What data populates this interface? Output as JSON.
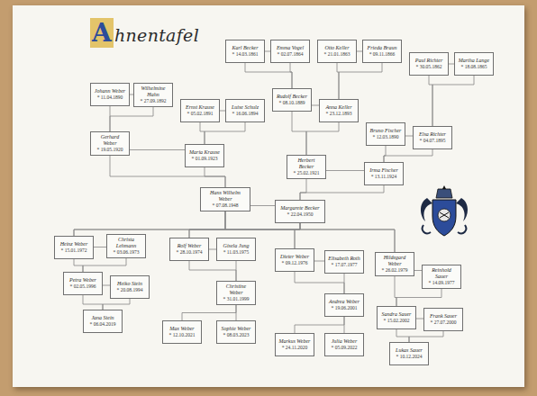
{
  "diagram": {
    "title": "Ahnentafel",
    "nodes": [
      {
        "text": [
          "Karl Becker",
          "* 14.03.1861"
        ]
      },
      {
        "text": [
          "Emma Vogel",
          "* 02.07.1864"
        ]
      },
      {
        "text": [
          "Otto Keller",
          "* 21.01.1863"
        ]
      },
      {
        "text": [
          "Frieda Braun",
          "* 09.11.1866"
        ]
      },
      {
        "text": [
          "Paul Richter",
          "* 30.05.1862"
        ]
      },
      {
        "text": [
          "Martha Lange",
          "* 18.08.1865"
        ]
      },
      {
        "text": [
          "Johann Weber",
          "* 11.04.1890"
        ]
      },
      {
        "text": [
          "Wilhelmine Hahn",
          "* 27.09.1892"
        ]
      },
      {
        "text": [
          "Ernst Krause",
          "* 05.02.1891"
        ]
      },
      {
        "text": [
          "Luise Schulz",
          "* 16.06.1894"
        ]
      },
      {
        "text": [
          "Rudolf Becker",
          "* 08.10.1889"
        ]
      },
      {
        "text": [
          "Anna Keller",
          "* 23.12.1893"
        ]
      },
      {
        "text": [
          "Bruno Fischer",
          "* 12.03.1890"
        ]
      },
      {
        "text": [
          "Elsa Richter",
          "* 04.07.1895"
        ]
      },
      {
        "text": [
          "Gerhard Weber",
          "* 19.05.1920"
        ]
      },
      {
        "text": [
          "Maria Krause",
          "* 01.09.1923"
        ]
      },
      {
        "text": [
          "Herbert Becker",
          "* 25.02.1921"
        ]
      },
      {
        "text": [
          "Irma Fischer",
          "* 13.11.1924"
        ]
      },
      {
        "text": [
          "Hans Wilhelm Weber",
          "* 07.08.1948"
        ]
      },
      {
        "text": [
          "Margarete Becker",
          "* 22.04.1950"
        ]
      },
      {
        "text": [
          "Heinz Weber",
          "* 15.01.1972"
        ]
      },
      {
        "text": [
          "Christa Lehmann",
          "* 03.06.1973"
        ]
      },
      {
        "text": [
          "Rolf Weber",
          "* 28.10.1974"
        ]
      },
      {
        "text": [
          "Gisela Jung",
          "* 11.03.1975"
        ]
      },
      {
        "text": [
          "Dieter Weber",
          "* 09.12.1976"
        ]
      },
      {
        "text": [
          "Elisabeth Roth",
          "* 17.07.1977"
        ]
      },
      {
        "text": [
          "Hildegard Weber",
          "* 26.02.1979"
        ]
      },
      {
        "text": [
          "Reinhold Sauer",
          "* 14.09.1977"
        ]
      },
      {
        "text": [
          "Petra Weber",
          "* 02.05.1996"
        ]
      },
      {
        "text": [
          "Heiko Stein",
          "* 20.08.1994"
        ]
      },
      {
        "text": [
          "Jana Stein",
          "* 06.04.2019"
        ]
      },
      {
        "text": [
          "Christine Weber",
          "* 31.01.1999"
        ]
      },
      {
        "text": [
          "Max Weber",
          "* 12.10.2021"
        ]
      },
      {
        "text": [
          "Sophie Weber",
          "* 08.03.2023"
        ]
      },
      {
        "text": [
          "Andrea Weber",
          "* 19.06.2001"
        ]
      },
      {
        "text": [
          "Markus Weber",
          "* 24.11.2020"
        ]
      },
      {
        "text": [
          "Julia Weber",
          "* 05.09.2022"
        ]
      },
      {
        "text": [
          "Sandra Sauer",
          "* 15.02.2002"
        ]
      },
      {
        "text": [
          "Frank Sauer",
          "* 27.07.2000"
        ]
      },
      {
        "text": [
          "Lukas Sauer",
          "* 10.12.2024"
        ]
      }
    ],
    "edges": [
      {
        "from": 0,
        "to": 1,
        "arrow": "none"
      },
      {
        "from": 2,
        "to": 3,
        "arrow": "none"
      },
      {
        "from": 4,
        "to": 5,
        "arrow": "none"
      },
      {
        "from": 6,
        "to": 7,
        "arrow": "none"
      },
      {
        "from": 8,
        "to": 9,
        "arrow": "none"
      },
      {
        "from": 10,
        "to": 11,
        "arrow": "none"
      },
      {
        "from": 12,
        "to": 13,
        "arrow": "none"
      },
      {
        "from": 14,
        "to": 15,
        "arrow": "none"
      },
      {
        "from": 16,
        "to": 17,
        "arrow": "none"
      },
      {
        "from": 18,
        "to": 19,
        "arrow": "none"
      },
      {
        "from": 20,
        "to": 21,
        "arrow": "none"
      },
      {
        "from": 22,
        "to": 23,
        "arrow": "none"
      },
      {
        "from": 24,
        "to": 25,
        "arrow": "none"
      },
      {
        "from": 26,
        "to": 27,
        "arrow": "none"
      },
      {
        "from": 28,
        "to": 29,
        "arrow": "none"
      },
      {
        "from": 37,
        "to": 38,
        "arrow": "none"
      },
      {
        "from": 0,
        "to": 10,
        "arrow": "none"
      },
      {
        "from": 1,
        "to": 10,
        "arrow": "none"
      },
      {
        "from": 2,
        "to": 11,
        "arrow": "none"
      },
      {
        "from": 3,
        "to": 11,
        "arrow": "none"
      },
      {
        "from": 4,
        "to": 13,
        "arrow": "none"
      },
      {
        "from": 5,
        "to": 13,
        "arrow": "none"
      },
      {
        "from": 6,
        "to": 14,
        "arrow": "none"
      },
      {
        "from": 7,
        "to": 14,
        "arrow": "none"
      },
      {
        "from": 8,
        "to": 15,
        "arrow": "none"
      },
      {
        "from": 9,
        "to": 15,
        "arrow": "none"
      },
      {
        "from": 10,
        "to": 16,
        "arrow": "none"
      },
      {
        "from": 11,
        "to": 16,
        "arrow": "none"
      },
      {
        "from": 12,
        "to": 17,
        "arrow": "none"
      },
      {
        "from": 13,
        "to": 17,
        "arrow": "none"
      },
      {
        "from": 14,
        "to": 18,
        "arrow": "none"
      },
      {
        "from": 15,
        "to": 18,
        "arrow": "none"
      },
      {
        "from": 16,
        "to": 19,
        "arrow": "none"
      },
      {
        "from": 17,
        "to": 19,
        "arrow": "none"
      },
      {
        "from": 18,
        "to": 20,
        "arrow": "none"
      },
      {
        "from": 19,
        "to": 20,
        "arrow": "none"
      },
      {
        "from": 18,
        "to": 22,
        "arrow": "none"
      },
      {
        "from": 19,
        "to": 22,
        "arrow": "none"
      },
      {
        "from": 18,
        "to": 24,
        "arrow": "none"
      },
      {
        "from": 19,
        "to": 24,
        "arrow": "none"
      },
      {
        "from": 18,
        "to": 26,
        "arrow": "none"
      },
      {
        "from": 19,
        "to": 26,
        "arrow": "none"
      },
      {
        "from": 20,
        "to": 28,
        "arrow": "none"
      },
      {
        "from": 21,
        "to": 28,
        "arrow": "none"
      },
      {
        "from": 28,
        "to": 30,
        "arrow": "none"
      },
      {
        "from": 29,
        "to": 30,
        "arrow": "none"
      },
      {
        "from": 22,
        "to": 31,
        "arrow": "none"
      },
      {
        "from": 23,
        "to": 31,
        "arrow": "none"
      },
      {
        "from": 31,
        "to": 32,
        "arrow": "none"
      },
      {
        "from": 31,
        "to": 33,
        "arrow": "none"
      },
      {
        "from": 24,
        "to": 34,
        "arrow": "none"
      },
      {
        "from": 25,
        "to": 34,
        "arrow": "none"
      },
      {
        "from": 34,
        "to": 35,
        "arrow": "none"
      },
      {
        "from": 34,
        "to": 36,
        "arrow": "none"
      },
      {
        "from": 26,
        "to": 37,
        "arrow": "none"
      },
      {
        "from": 27,
        "to": 37,
        "arrow": "none"
      },
      {
        "from": 37,
        "to": 39,
        "arrow": "none"
      },
      {
        "from": 38,
        "to": 39,
        "arrow": "none"
      }
    ]
  }
}
